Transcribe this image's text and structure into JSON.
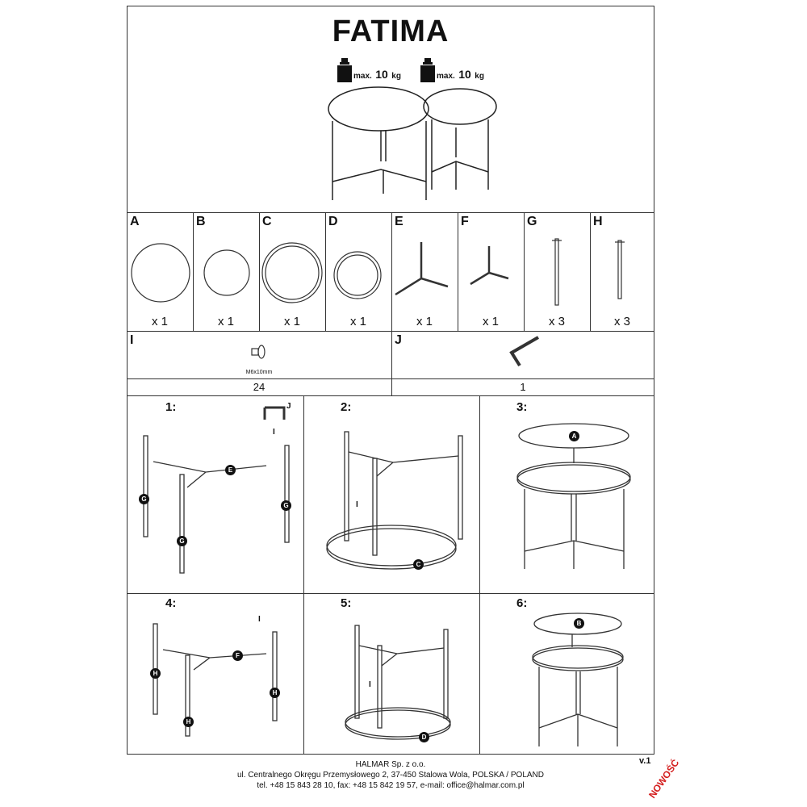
{
  "title": "FATIMA",
  "load_limits": [
    {
      "label": "max.",
      "value": "10",
      "unit": "kg"
    },
    {
      "label": "max.",
      "value": "10",
      "unit": "kg"
    }
  ],
  "parts": [
    {
      "id": "A",
      "count": "x 1"
    },
    {
      "id": "B",
      "count": "x 1"
    },
    {
      "id": "C",
      "count": "x 1"
    },
    {
      "id": "D",
      "count": "x 1"
    },
    {
      "id": "E",
      "count": "x 1"
    },
    {
      "id": "F",
      "count": "x 1"
    },
    {
      "id": "G",
      "count": "x 3"
    },
    {
      "id": "H",
      "count": "x 3"
    }
  ],
  "hardware": [
    {
      "id": "I",
      "spec": "M6x10mm",
      "count": "24"
    },
    {
      "id": "J",
      "count": "1"
    }
  ],
  "steps": [
    {
      "label": "1:",
      "callouts": [
        "J",
        "I",
        "E",
        "G",
        "G",
        "G"
      ]
    },
    {
      "label": "2:",
      "callouts": [
        "I",
        "C"
      ]
    },
    {
      "label": "3:",
      "callouts": [
        "A"
      ]
    },
    {
      "label": "4:",
      "callouts": [
        "I",
        "F",
        "H",
        "H",
        "H"
      ]
    },
    {
      "label": "5:",
      "callouts": [
        "I",
        "D"
      ]
    },
    {
      "label": "6:",
      "callouts": [
        "B"
      ]
    }
  ],
  "footer": {
    "company": "HALMAR Sp. z o.o.",
    "address": "ul. Centralnego Okręgu Przemysłowego 2, 37-450 Stalowa Wola, POLSKA / POLAND",
    "contact": "tel. +48 15 843 28 10, fax: +48 15 842 19 57, e-mail: office@halmar.com.pl",
    "version": "v.1",
    "stamp": "NOWOŚĆ"
  }
}
